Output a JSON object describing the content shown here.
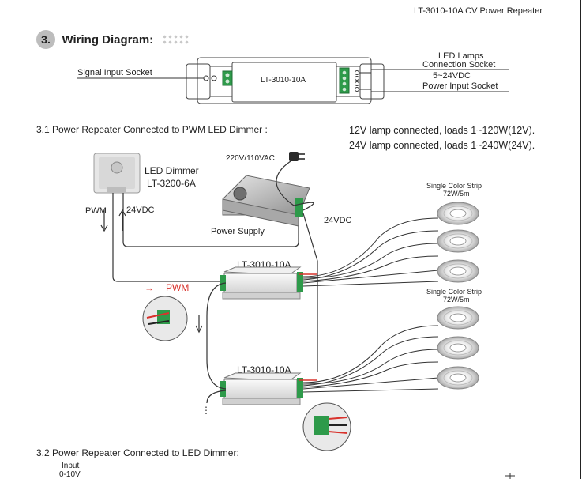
{
  "header": {
    "doc_title": "LT-3010-10A CV Power Repeater"
  },
  "section": {
    "number": "3.",
    "title": "Wiring Diagram:"
  },
  "wiring_diagram": {
    "device_label": "LT-3010-10A",
    "signal_input": "Signal Input Socket",
    "led_lamps_line1": "LED Lamps",
    "led_lamps_line2": "Connection Socket",
    "voltage_range": "5~24VDC",
    "power_input": "Power Input Socket"
  },
  "subsection_31": {
    "title": "3.1 Power Repeater Connected to PWM LED Dimmer :",
    "load_note_12v": "12V lamp connected, loads 1~120W(12V).",
    "load_note_24v": "24V lamp connected, loads 1~240W(24V)."
  },
  "dimmer": {
    "name": "LED Dimmer",
    "model": "LT-3200-6A",
    "pwm_label": "PWM",
    "vdc_label": "24VDC"
  },
  "power_supply": {
    "input_label": "220V/110VAC",
    "name": "Power Supply",
    "output_label": "24VDC"
  },
  "repeaters": [
    {
      "label": "LT-3010-10A"
    },
    {
      "label": "LT-3010-10A"
    }
  ],
  "pwm_signal": {
    "arrow": "→",
    "label": "PWM"
  },
  "strip_groups": [
    {
      "name": "Single Color Strip",
      "spec": "72W/5m"
    },
    {
      "name": "Single Color Strip",
      "spec": "72W/5m"
    }
  ],
  "continuation": "⋮",
  "subsection_32": {
    "title": "3.2 Power Repeater Connected to LED Dimmer:",
    "input_line1": "Input",
    "input_line2": "0-10V"
  },
  "colors": {
    "signal_wire": "#d8322c",
    "heading_badge": "#bdbdbd",
    "terminal_green": "#2e9a4a"
  }
}
